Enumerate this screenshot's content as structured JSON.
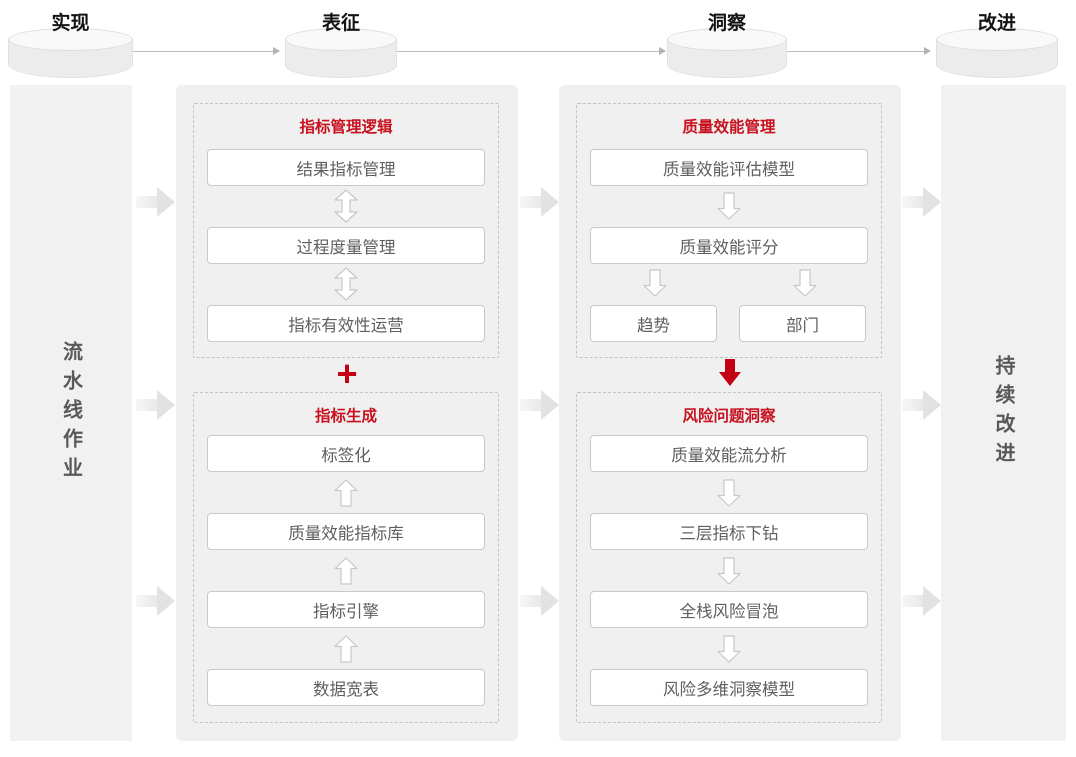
{
  "colors": {
    "accent_red": "#c8111f",
    "joiner_red": "#c30014",
    "panel_bg": "#f0f0f0",
    "node_text": "#5f5f5f"
  },
  "stages": {
    "items": [
      {
        "label": "实现"
      },
      {
        "label": "表征"
      },
      {
        "label": "洞察"
      },
      {
        "label": "改进"
      }
    ]
  },
  "left_rail": {
    "label": "流水线作业"
  },
  "right_rail": {
    "label": "持续改进"
  },
  "left_panel": {
    "group1": {
      "title": "指标管理逻辑",
      "items": [
        "结果指标管理",
        "过程度量管理",
        "指标有效性运营"
      ]
    },
    "joiner_label": "+",
    "group2": {
      "title": "指标生成",
      "items": [
        "标签化",
        "质量效能指标库",
        "指标引擎",
        "数据宽表"
      ]
    }
  },
  "right_panel": {
    "group1": {
      "title": "质量效能管理",
      "items": [
        "质量效能评估模型",
        "质量效能评分"
      ],
      "split_items": [
        "趋势",
        "部门"
      ]
    },
    "group2": {
      "title": "风险问题洞察",
      "items": [
        "质量效能流分析",
        "三层指标下钻",
        "全栈风险冒泡",
        "风险多维洞察模型"
      ]
    }
  }
}
